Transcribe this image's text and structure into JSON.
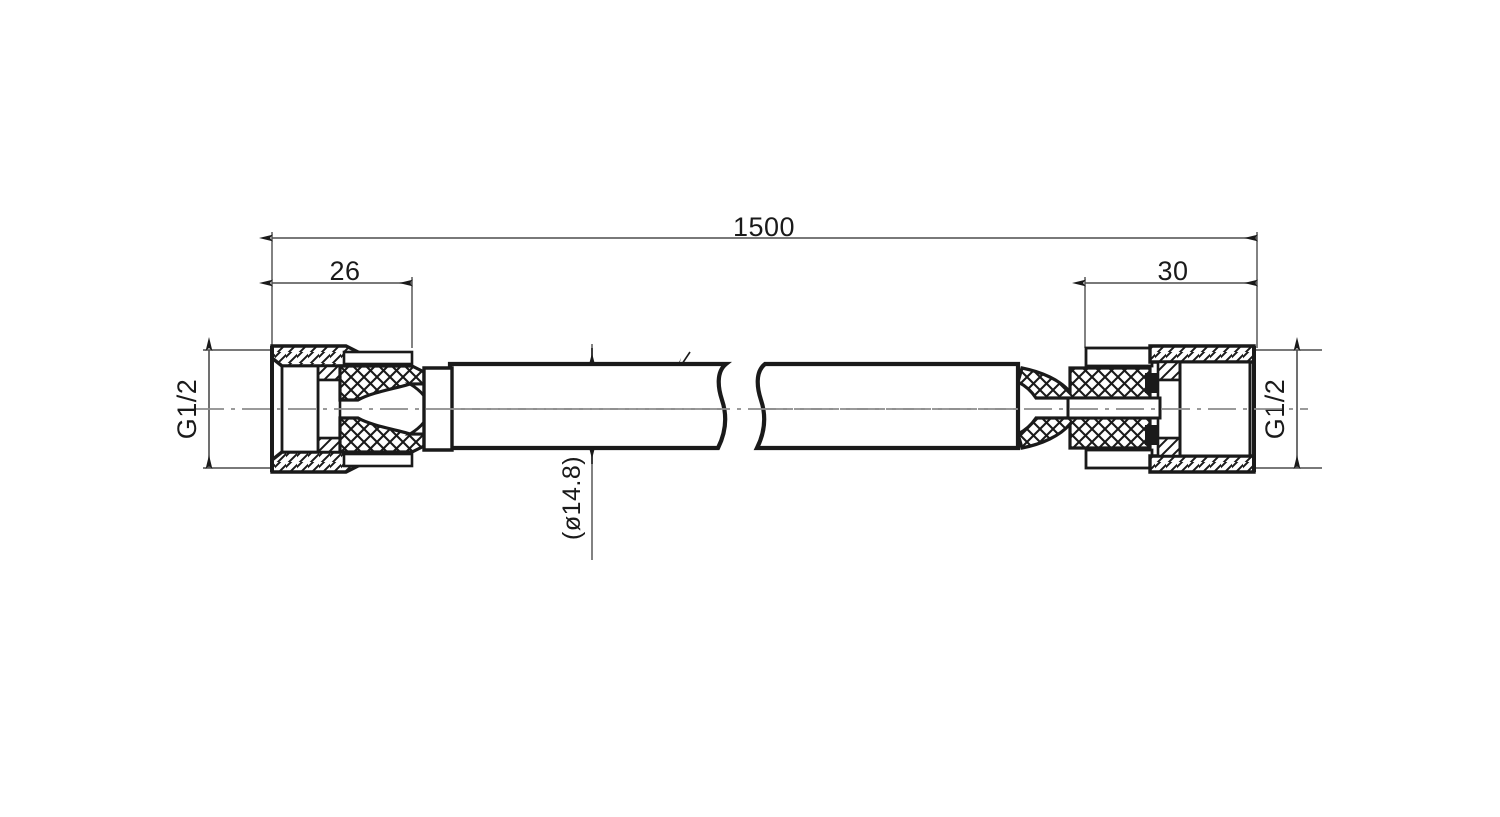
{
  "drawing": {
    "type": "engineering-cross-section",
    "subject": "flexible shower hose with two G1/2 union nuts",
    "units": "mm",
    "dimensions": {
      "overall_length": {
        "label": "1500",
        "name": "overall-length-dimension",
        "orientation": "horizontal",
        "position": "top"
      },
      "left_fitting_length": {
        "label": "26",
        "name": "left-fitting-length-dimension",
        "orientation": "horizontal",
        "position": "top-left"
      },
      "right_fitting_length": {
        "label": "30",
        "name": "right-fitting-length-dimension",
        "orientation": "horizontal",
        "position": "top-right"
      },
      "left_thread": {
        "label": "G1/2",
        "name": "left-thread-size-dimension",
        "orientation": "vertical-rotated",
        "position": "left"
      },
      "right_thread": {
        "label": "G1/2",
        "name": "right-thread-size-dimension",
        "orientation": "vertical-rotated",
        "position": "right"
      },
      "hose_outer_diameter": {
        "label": "(ø14.8)",
        "name": "hose-diameter-dimension",
        "orientation": "vertical-rotated",
        "position": "center"
      }
    },
    "colors": {
      "line": "#1a1a1a",
      "thin_line": "#4d4d4d",
      "center_line": "#8c8c8c",
      "background": "#ffffff",
      "text": "#1a1a1a"
    }
  }
}
